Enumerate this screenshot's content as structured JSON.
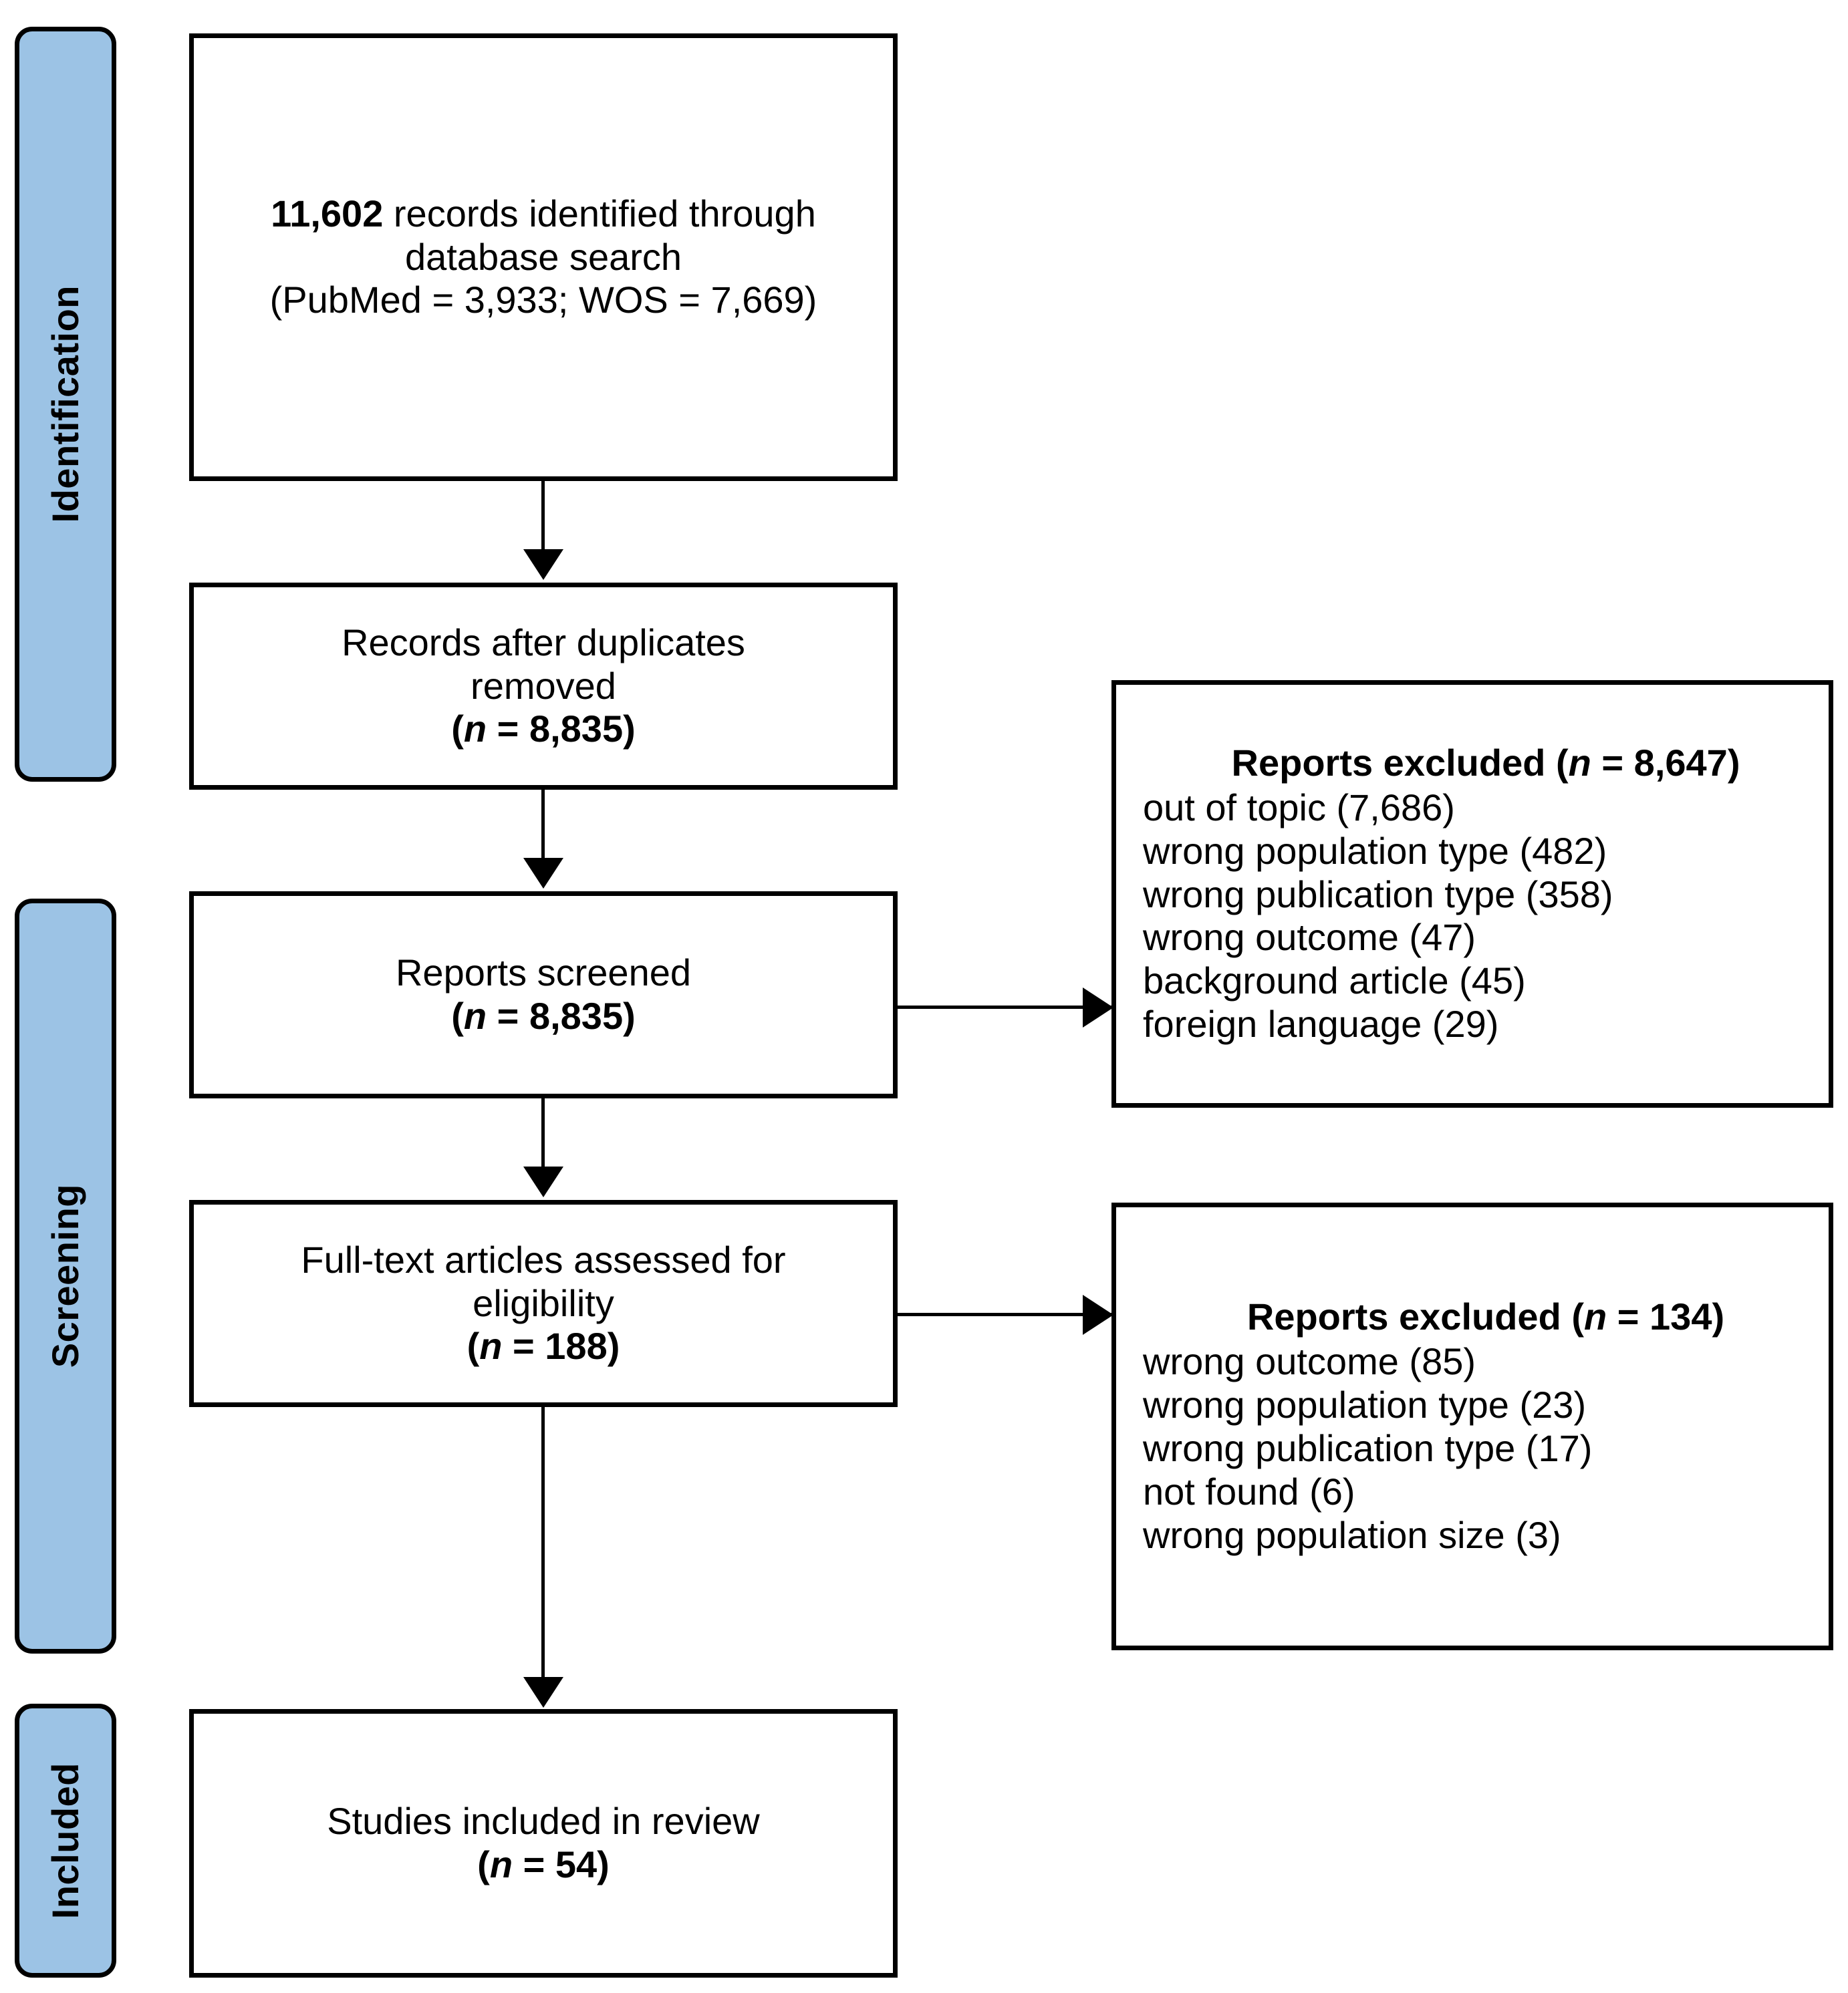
{
  "diagram": {
    "type": "prisma-flow-diagram",
    "accent_color": "#9CC3E5",
    "line_color": "#000000",
    "background_color": "#FFFFFF"
  },
  "phases": [
    {
      "id": "identification",
      "label": "Identification"
    },
    {
      "id": "screening",
      "label": "Screening"
    },
    {
      "id": "included",
      "label": "Included"
    }
  ],
  "boxes": {
    "identified": {
      "count_bold": "11,602",
      "line1_rest": " records identified through",
      "line2": "database search",
      "line3": "(PubMed = 3,933; WOS = 7,669)"
    },
    "duplicates_removed": {
      "line1": "Records after duplicates",
      "line2": "removed",
      "n_prefix": "(",
      "n_italic": "n",
      "n_value": " = 8,835)"
    },
    "reports_screened": {
      "line1": "Reports screened",
      "n_prefix": "(",
      "n_italic": "n",
      "n_value": " = 8,835)"
    },
    "fulltext_assessed": {
      "line1": "Full-text articles assessed for",
      "line2": "eligibility",
      "n_prefix": "(",
      "n_italic": "n",
      "n_value": " = 188)"
    },
    "studies_included": {
      "line1": "Studies included in review",
      "n_prefix": "(",
      "n_italic": "n",
      "n_value": " = 54)"
    },
    "excluded_screening": {
      "heading_prefix": "Reports excluded (",
      "heading_italic": "n",
      "heading_suffix": " = 8,647)",
      "total": 8647,
      "reasons": [
        {
          "label": "out of topic",
          "count": "7,686",
          "text": "out of topic (7,686)"
        },
        {
          "label": "wrong population type",
          "count": "482",
          "text": "wrong population type (482)"
        },
        {
          "label": "wrong publication type",
          "count": "358",
          "text": "wrong publication type (358)"
        },
        {
          "label": "wrong outcome",
          "count": "47",
          "text": "wrong outcome (47)"
        },
        {
          "label": "background article",
          "count": "45",
          "text": "background article (45)"
        },
        {
          "label": "foreign language",
          "count": "29",
          "text": "foreign language (29)"
        }
      ]
    },
    "excluded_eligibility": {
      "heading_prefix": "Reports excluded (",
      "heading_italic": "n",
      "heading_suffix": " = 134)",
      "total": 134,
      "reasons": [
        {
          "label": "wrong outcome",
          "count": "85",
          "text": "wrong outcome (85)"
        },
        {
          "label": "wrong population type",
          "count": "23",
          "text": "wrong population type (23)"
        },
        {
          "label": "wrong publication type",
          "count": "17",
          "text": "wrong publication type (17)"
        },
        {
          "label": "not found",
          "count": "6",
          "text": "not found (6)"
        },
        {
          "label": "wrong population size",
          "count": "3",
          "text": "wrong population size (3)"
        }
      ]
    }
  }
}
